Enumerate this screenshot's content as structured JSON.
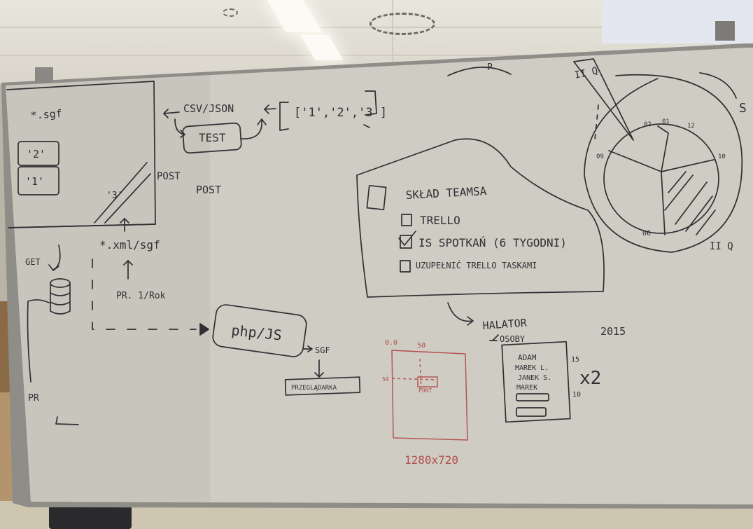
{
  "scene": {
    "colors": {
      "ink": "#2f3033",
      "red_ink": "#b35050",
      "board": "#cfccc3"
    }
  },
  "whiteboard": {
    "left_panel": {
      "header": "*.sgf",
      "box_2": "'2'",
      "box_1": "'1'",
      "label_3": "'3'",
      "label_post_1": "POST",
      "label_post_2": "POST",
      "label_get": "GET",
      "label_xml": "*.xml/sgf",
      "label_pr_rate": "PR. 1/Rok",
      "label_pr": "PR"
    },
    "top_flow": {
      "csv_json": "CSV/JSON",
      "array": "['1','2','3']",
      "test": "TEST",
      "p_label": "P"
    },
    "middle": {
      "php_js": "php/JS",
      "sgf_small": "SGF",
      "placeholder": "PRZEGLĄDARKA"
    },
    "todo": {
      "title": "SKŁAD TEAMSA",
      "items": [
        "TRELLO",
        "IS SPOTKAŃ (6 TYGODNI)",
        "UZUPEŁNIĆ TRELLO TASKAMI"
      ]
    },
    "halator": {
      "title": "HALATOR",
      "subtitle": "OSOBY",
      "year": "2015",
      "names": [
        "ADAM",
        "MAREK L.",
        "JANEK S.",
        "MAREK"
      ],
      "side_labels": [
        "15",
        "10"
      ],
      "times": "x2"
    },
    "red_sketch": {
      "tl": "0.0",
      "top": "50",
      "left": "50",
      "font": "FONT",
      "caption": "1280x720"
    },
    "circle": {
      "label_roman_2": "II Q",
      "label_roman_1": "II Q",
      "ticks": [
        "02",
        "01",
        "12",
        "10",
        "06",
        "09"
      ],
      "edge": "S"
    }
  }
}
